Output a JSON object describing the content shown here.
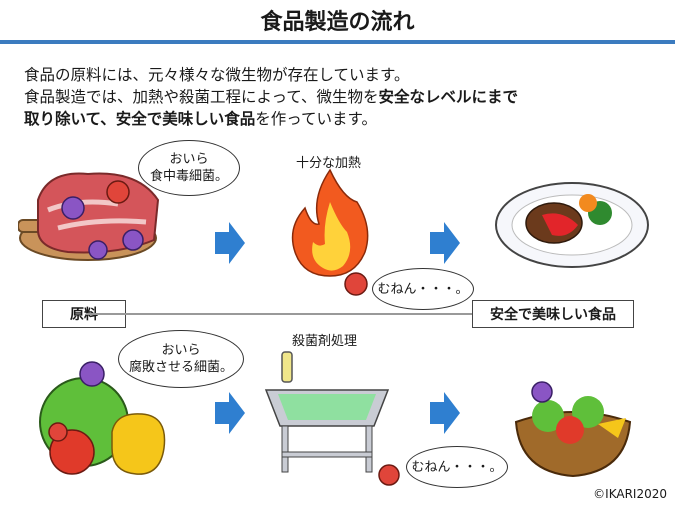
{
  "title": "食品製造の流れ",
  "intro": {
    "line1": "食品の原料には、元々様々な微生物が存在しています。",
    "line2a": "食品製造では、加熱や殺菌工程によって、微生物を",
    "line2b": "安全なレベルにまで",
    "line3a": "取り除いて、安全で美味しい食品",
    "line3b": "を作っています。"
  },
  "bubbles": {
    "food_poisoning": [
      "おいら",
      "食中毒細菌。"
    ],
    "spoilage": [
      "おいら",
      "腐敗させる細菌。"
    ],
    "mumble_top": "むねん・・・。",
    "mumble_bottom": "むねん・・・。"
  },
  "process_labels": {
    "heating": "十分な加熱",
    "sanitizer": "殺菌剤処理"
  },
  "flow": {
    "start": "原料",
    "end": "安全で美味しい食品"
  },
  "colors": {
    "accent": "#3b7bbf",
    "arrow": "#2f7fd0"
  },
  "copyright": "©IKARI2020"
}
